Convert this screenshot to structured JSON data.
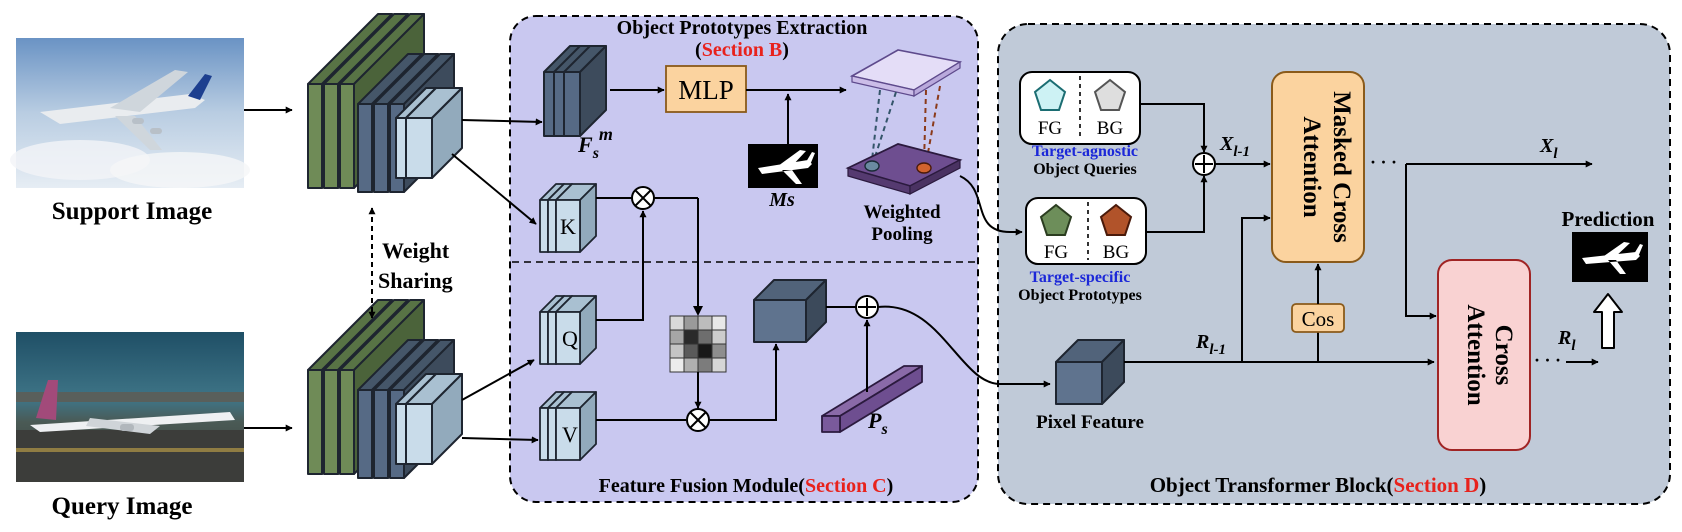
{
  "support_label": "Support Image",
  "query_label": "Query Image",
  "weight_sharing": [
    "Weight",
    "Sharing"
  ],
  "ope": {
    "title": "Object Prototypes Extraction",
    "section_prefix": "(",
    "section": "Section B",
    "section_suffix": ")",
    "fsm_base": "F",
    "fsm_sub": "s",
    "fsm_sup": "m",
    "mlp": "MLP",
    "ms": "Ms",
    "weighted": "Weighted",
    "pooling": "Pooling",
    "k": "K"
  },
  "ffm": {
    "title": "Feature Fusion Module(",
    "section": "Section C",
    "suffix": ")",
    "q": "Q",
    "v": "V",
    "ps_base": "P",
    "ps_sub": "s"
  },
  "otb": {
    "title": "Object Transformer Block(",
    "section": "Section D",
    "suffix": ")",
    "fg": "FG",
    "bg": "BG",
    "target_agnostic": "Target-agnostic",
    "object_queries": "Object Queries",
    "target_specific": "Target-specific",
    "object_prototypes": "Object Prototypes",
    "x_prev_base": "X",
    "x_prev_sub": "l-1",
    "x_base": "X",
    "x_sub": "l",
    "r_prev_base": "R",
    "r_prev_sub": "l-1",
    "r_base": "R",
    "r_sub": "l",
    "masked_line1": "Masked Cross",
    "masked_line2": "Attention",
    "cross_line1": "Cross",
    "cross_line2": "Attention",
    "cos": "Cos",
    "pixel_feature": "Pixel Feature",
    "prediction": "Prediction",
    "dots": "· · ·"
  },
  "colors": {
    "ope_bg": "#c9c8f0",
    "otb_bg": "#c0cad8",
    "orange": "#fbd39f",
    "pink": "#f9d2d2",
    "green": "#6f8b57",
    "slate": "#566a85",
    "light": "#c9dcea",
    "red": "#e8221c",
    "blue": "#1c28d8"
  }
}
